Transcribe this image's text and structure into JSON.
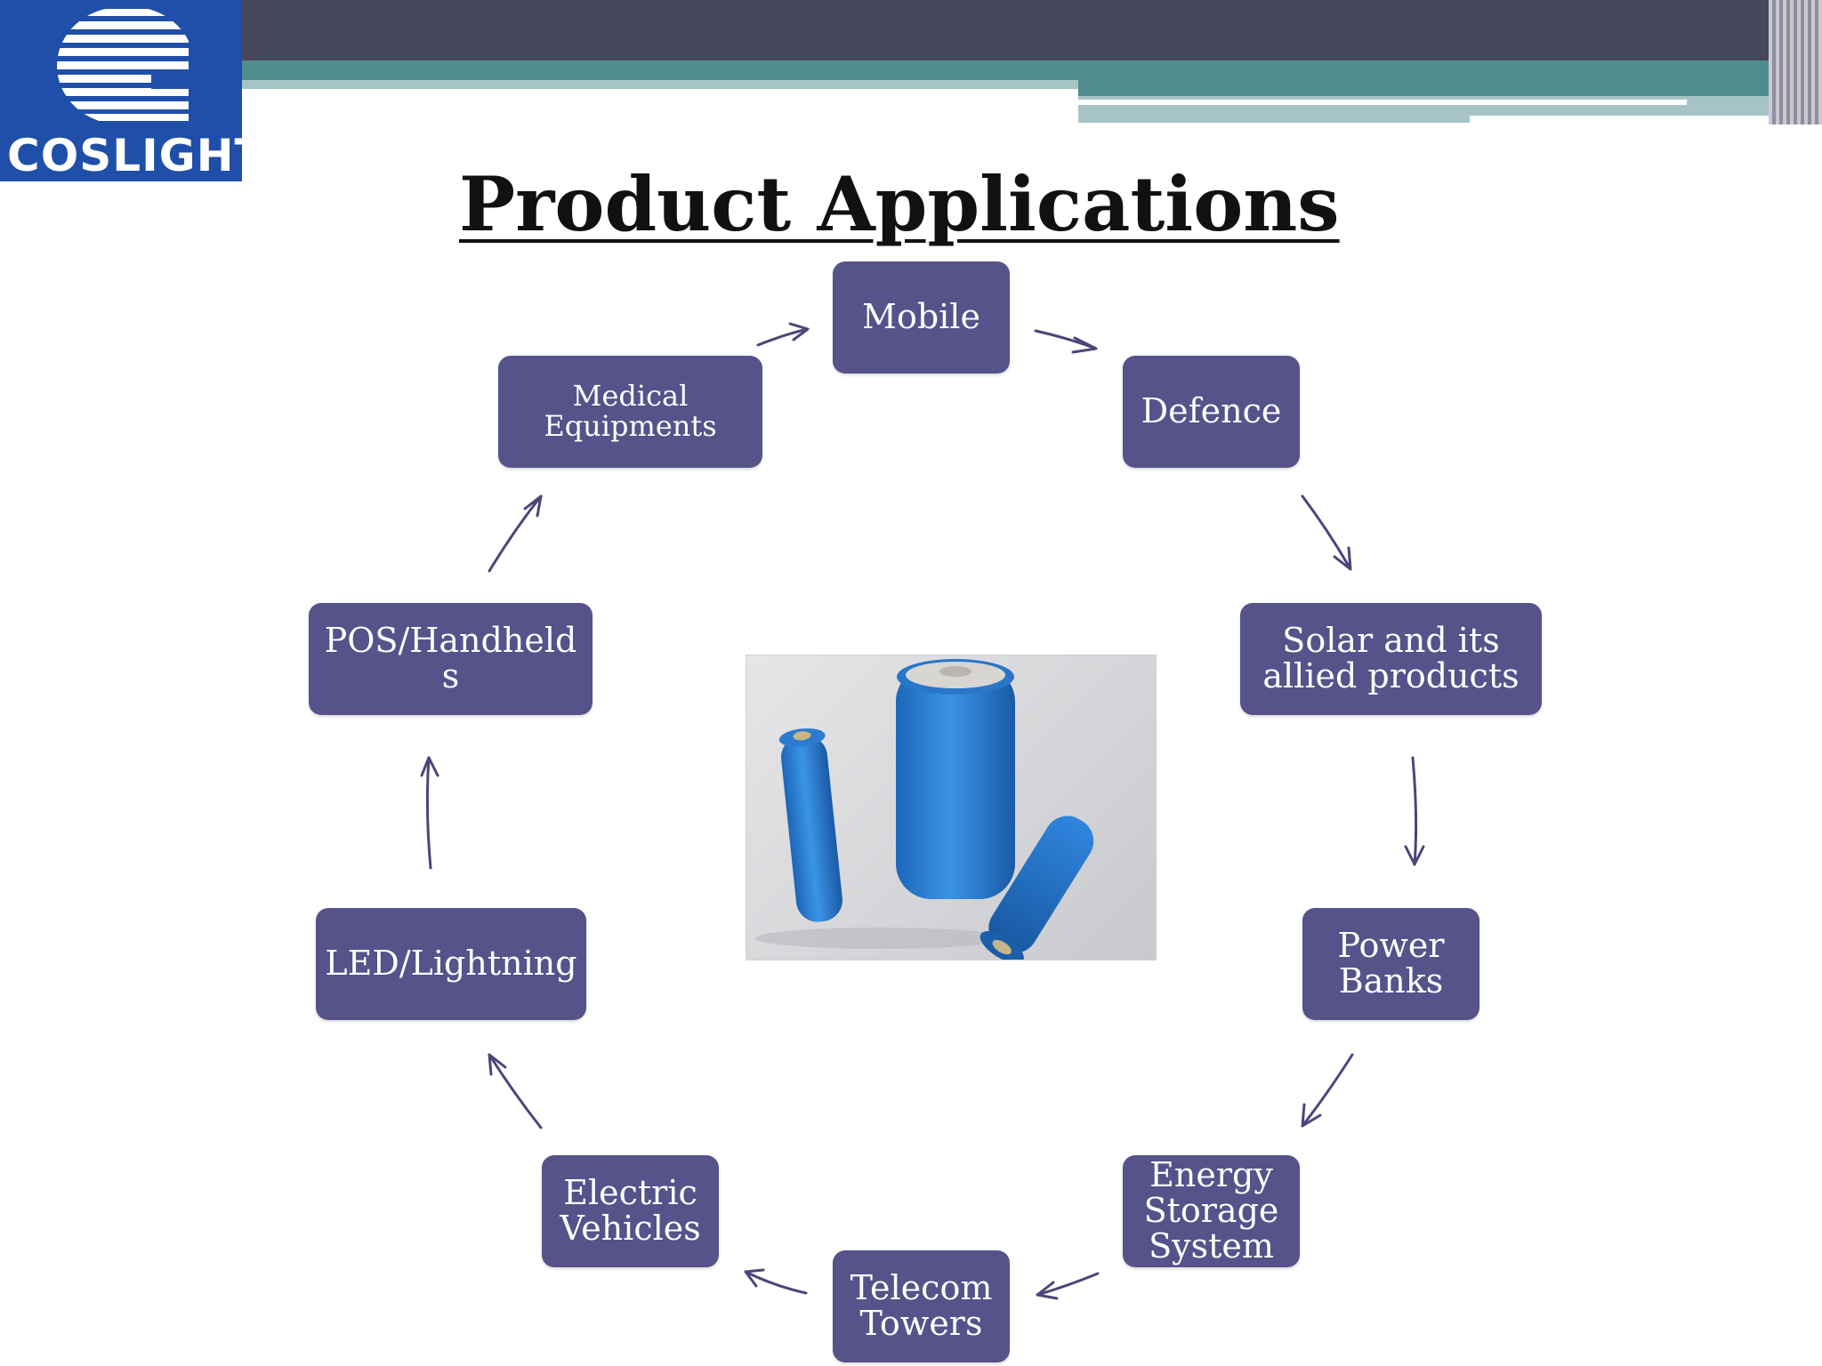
{
  "logo": {
    "text": "COSLIGHT",
    "color": "#1f4fa8"
  },
  "title": "Product Applications",
  "colors": {
    "node": "#56528a",
    "arrow": "#4a4678",
    "band_dark": "#47475c",
    "band_teal": "#4f8c8e",
    "band_light": "#a6c4c6"
  },
  "nodes": [
    {
      "id": "mobile",
      "label": "Mobile"
    },
    {
      "id": "defence",
      "label": "Defence"
    },
    {
      "id": "solar",
      "label": "Solar and its\nallied products"
    },
    {
      "id": "power-banks",
      "label": "Power\nBanks"
    },
    {
      "id": "energy-storage",
      "label": "Energy\nStorage\nSystem"
    },
    {
      "id": "telecom",
      "label": "Telecom\nTowers"
    },
    {
      "id": "electric-vehicles",
      "label": "Electric\nVehicles"
    },
    {
      "id": "led",
      "label": "LED/Lightning"
    },
    {
      "id": "pos",
      "label": "POS/Handheld\ns"
    },
    {
      "id": "medical",
      "label": "Medical\nEquipments"
    }
  ],
  "photo": {
    "subject": "blue cylindrical lithium batteries"
  }
}
